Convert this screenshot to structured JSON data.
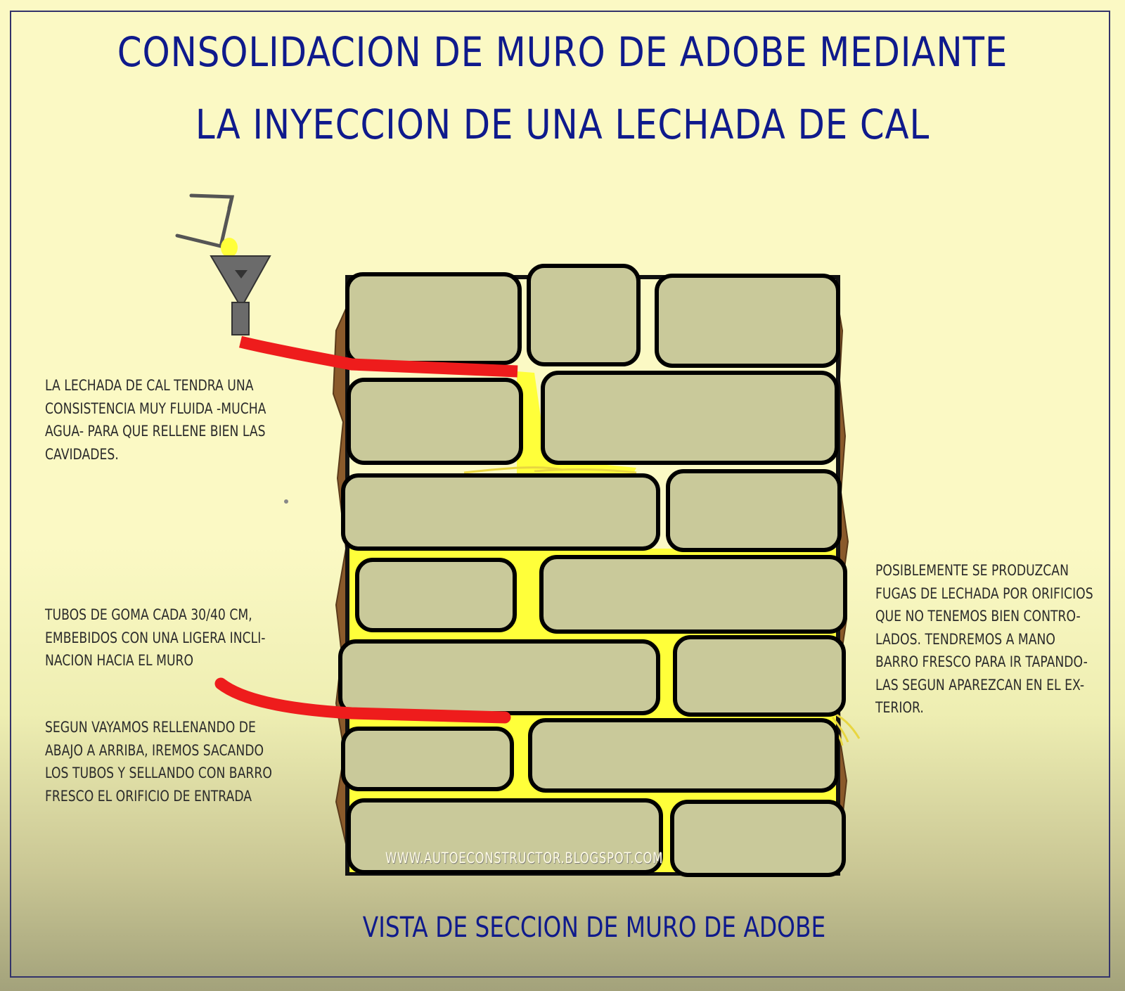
{
  "title": {
    "line1": "CONSOLIDACION DE MURO DE ADOBE MEDIANTE",
    "line2": "LA INYECCION DE UNA LECHADA DE CAL"
  },
  "notes": {
    "consistencia": [
      "La lechada de cal tendra una",
      "consistencia muy fluida -mucha",
      "agua- para que rellene bien las",
      "cavidades."
    ],
    "tubos": [
      "tubos de goma cada 30/40 cm,",
      "embebidos con una ligera incli-",
      "nacion hacia el muro"
    ],
    "relleno": [
      "segun vayamos rellenando de",
      "abajo a arriba, iremos sacando",
      "los tubos y sellando con barro",
      "fresco el orificio de entrada"
    ],
    "fugas": [
      "posiblemente se produzcan",
      "fugas de lechada por orificios",
      "que no tenemos bien contro-",
      "lados. tendremos a mano",
      "barro fresco para ir tapando-",
      "las segun aparezcan en el ex-",
      "terior."
    ]
  },
  "caption": "VISTA DE SECCION DE MURO DE ADOBE",
  "watermark": "WWW.AUTOECONSTRUCTOR.BLOGSPOT.COM",
  "colors": {
    "title_blue": "#0f1a8c",
    "adobe_brick": "#c9c99a",
    "lime_grout": "#ffff3a",
    "mud_brown": "#8a5a2b",
    "rubber_tube": "#ee1c1c",
    "funnel_gray": "#6b6b6b"
  }
}
